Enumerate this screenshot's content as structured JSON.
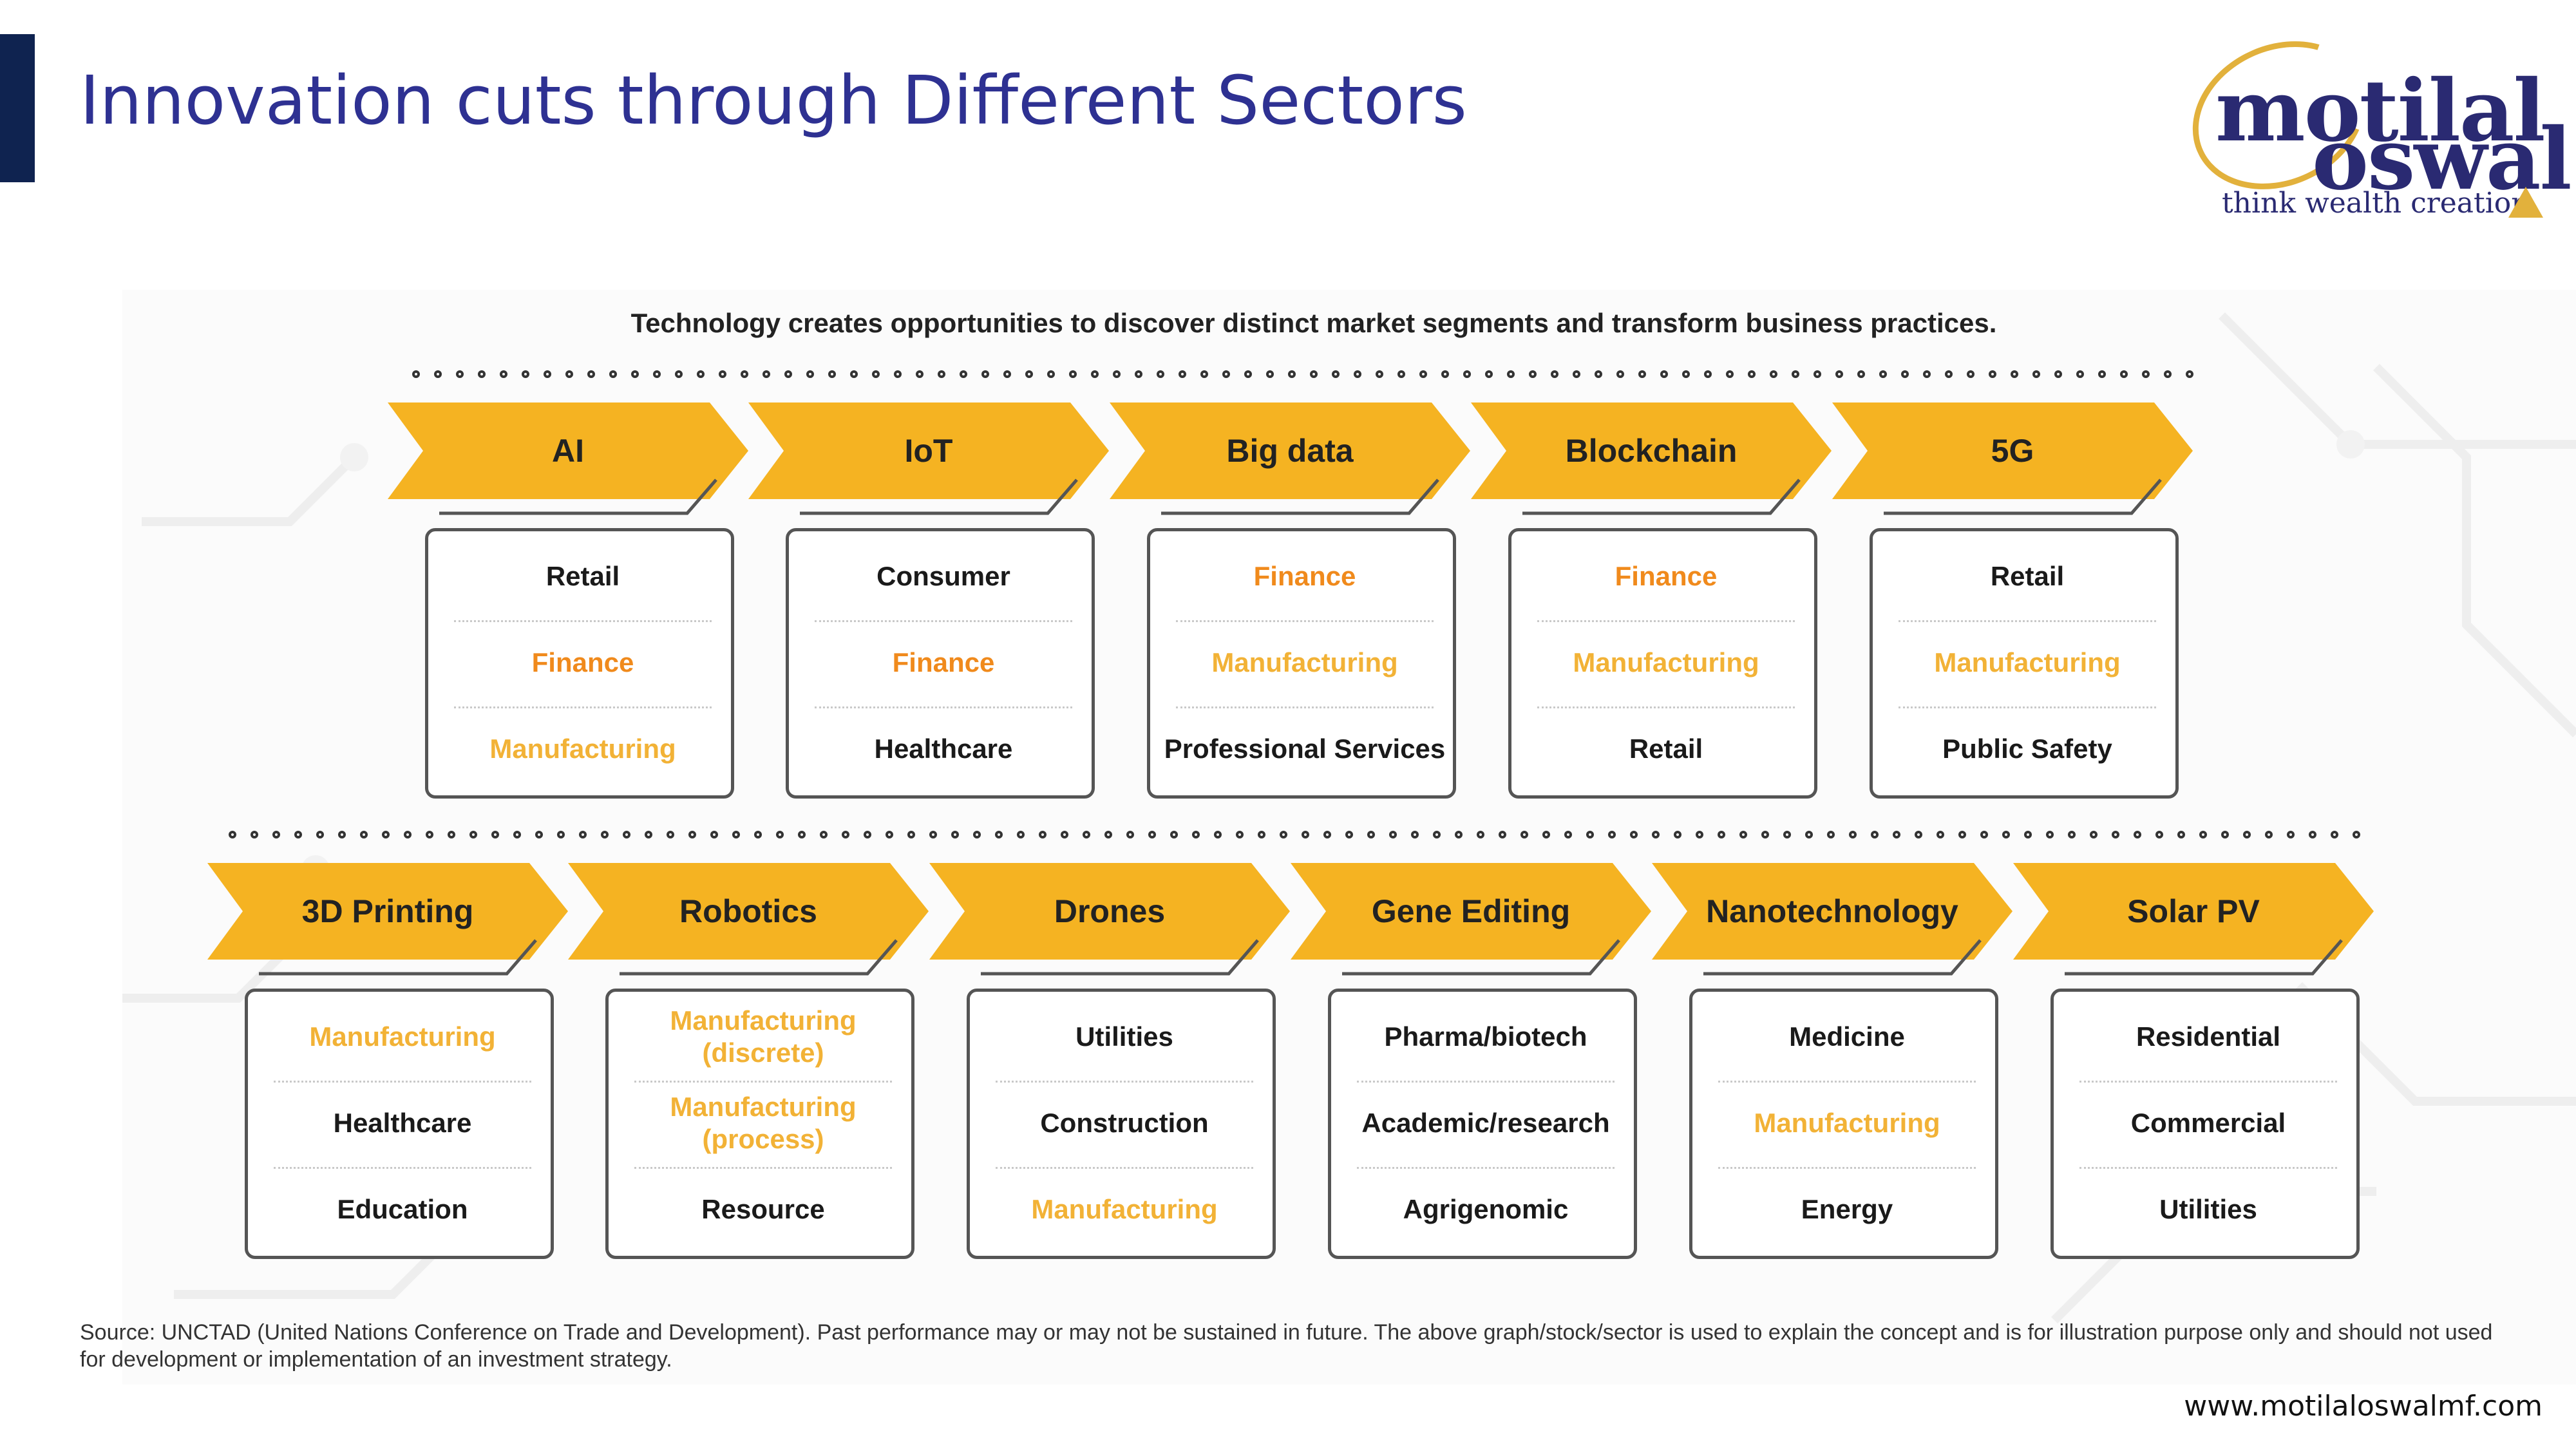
{
  "slide": {
    "title": "Innovation cuts through Different Sectors",
    "url": "www.motilaloswalmf.com"
  },
  "logo": {
    "line1": "motilal",
    "line2": "oswal",
    "tagline": "think wealth creation"
  },
  "infographic": {
    "subtitle": "Technology creates opportunities to discover distinct market segments and transform business practices.",
    "row1": [
      {
        "tech": "AI",
        "sectors": [
          {
            "name": "Retail",
            "tone": "dark"
          },
          {
            "name": "Finance",
            "tone": "orange"
          },
          {
            "name": "Manufacturing",
            "tone": "yellow"
          }
        ]
      },
      {
        "tech": "IoT",
        "sectors": [
          {
            "name": "Consumer",
            "tone": "dark"
          },
          {
            "name": "Finance",
            "tone": "orange"
          },
          {
            "name": "Healthcare",
            "tone": "dark"
          }
        ]
      },
      {
        "tech": "Big data",
        "sectors": [
          {
            "name": "Finance",
            "tone": "orange"
          },
          {
            "name": "Manufacturing",
            "tone": "yellow"
          },
          {
            "name": "Professional Services",
            "tone": "dark"
          }
        ]
      },
      {
        "tech": "Blockchain",
        "sectors": [
          {
            "name": "Finance",
            "tone": "orange"
          },
          {
            "name": "Manufacturing",
            "tone": "yellow"
          },
          {
            "name": "Retail",
            "tone": "dark"
          }
        ]
      },
      {
        "tech": "5G",
        "sectors": [
          {
            "name": "Retail",
            "tone": "dark"
          },
          {
            "name": "Manufacturing",
            "tone": "yellow"
          },
          {
            "name": "Public Safety",
            "tone": "dark"
          }
        ]
      }
    ],
    "row2": [
      {
        "tech": "3D Printing",
        "sectors": [
          {
            "name": "Manufacturing",
            "tone": "yellow"
          },
          {
            "name": "Healthcare",
            "tone": "dark"
          },
          {
            "name": "Education",
            "tone": "dark"
          }
        ]
      },
      {
        "tech": "Robotics",
        "sectors": [
          {
            "name": "Manufacturing (discrete)",
            "tone": "yellow"
          },
          {
            "name": "Manufacturing (process)",
            "tone": "yellow"
          },
          {
            "name": "Resource",
            "tone": "dark"
          }
        ]
      },
      {
        "tech": "Drones",
        "sectors": [
          {
            "name": "Utilities",
            "tone": "dark"
          },
          {
            "name": "Construction",
            "tone": "dark"
          },
          {
            "name": "Manufacturing",
            "tone": "yellow"
          }
        ]
      },
      {
        "tech": "Gene Editing",
        "sectors": [
          {
            "name": "Pharma/biotech",
            "tone": "dark"
          },
          {
            "name": "Academic/research",
            "tone": "dark"
          },
          {
            "name": "Agrigenomic",
            "tone": "dark"
          }
        ]
      },
      {
        "tech": "Nanotechnology",
        "sectors": [
          {
            "name": "Medicine",
            "tone": "dark"
          },
          {
            "name": "Manufacturing",
            "tone": "yellow"
          },
          {
            "name": "Energy",
            "tone": "dark"
          }
        ]
      },
      {
        "tech": "Solar PV",
        "sectors": [
          {
            "name": "Residential",
            "tone": "dark"
          },
          {
            "name": "Commercial",
            "tone": "dark"
          },
          {
            "name": "Utilities",
            "tone": "dark"
          }
        ]
      }
    ]
  },
  "footer": {
    "source": "Source: UNCTAD (United Nations Conference on Trade and Development). Past performance may or may not be sustained in future. The above graph/stock/sector is used to explain the concept and is for illustration purpose only and should not used for development or implementation of an investment strategy."
  },
  "colors": {
    "title_blue": "#2e3192",
    "accent_navy": "#0f2350",
    "arrow_yellow": "#f5b322",
    "finance_orange": "#f08a1c",
    "manufacturing_yellow": "#f2b236",
    "logo_gold": "#e2b13c"
  }
}
